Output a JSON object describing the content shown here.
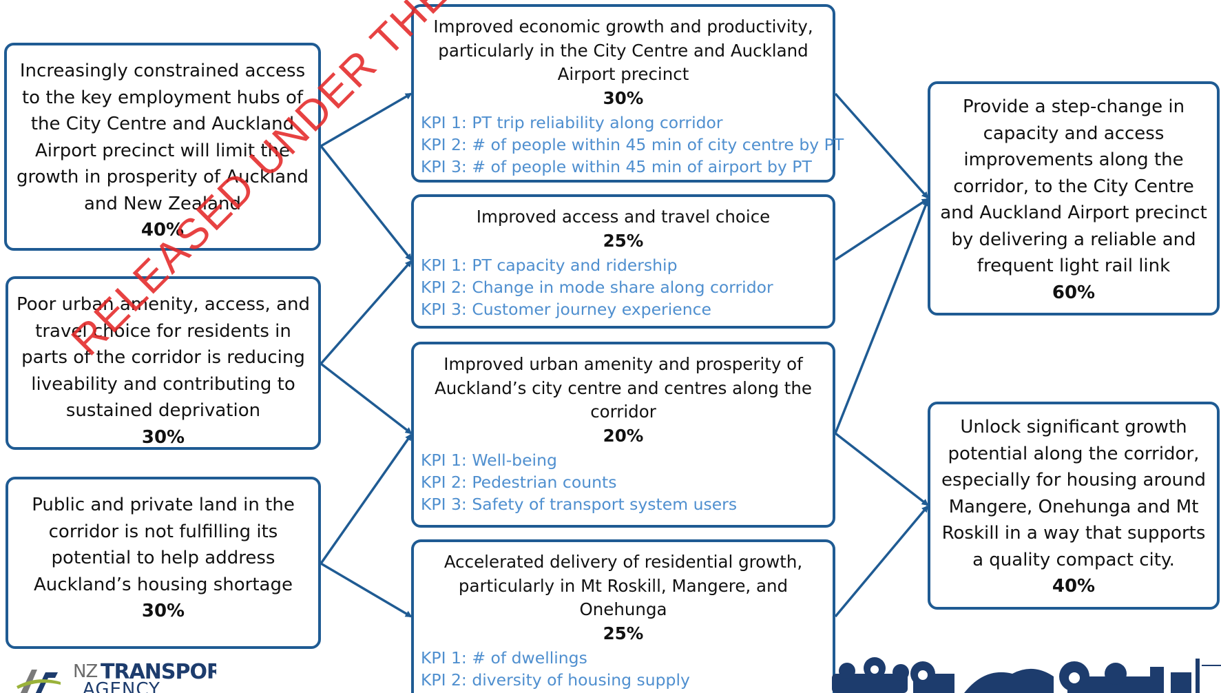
{
  "problems": [
    {
      "text": "Increasingly constrained access to the key employment hubs of the City Centre and Auckland Airport precinct will limit the growth in prosperity of Auckland and New Zealand",
      "pct": "40%"
    },
    {
      "text": "Poor urban amenity, access, and travel choice for residents in parts of the corridor is reducing liveability and contributing to sustained deprivation",
      "pct": "30%"
    },
    {
      "text": "Public and private land in the corridor is not fulfilling its potential to help address Auckland’s housing shortage",
      "pct": "30%"
    }
  ],
  "benefits": [
    {
      "text": "Improved economic growth and productivity, particularly in the City Centre and Auckland Airport precinct",
      "pct": "30%",
      "kpis": [
        "KPI 1: PT trip reliability along corridor",
        "KPI 2: # of people within 45 min of city centre by PT",
        "KPI 3: # of people within 45 min of airport by PT"
      ]
    },
    {
      "text": "Improved access and travel choice",
      "pct": "25%",
      "kpis": [
        "KPI 1: PT capacity and ridership",
        "KPI 2: Change in mode share along corridor",
        "KPI 3: Customer journey experience"
      ]
    },
    {
      "text": "Improved urban amenity and prosperity of Auckland’s city centre and centres along the corridor",
      "pct": "20%",
      "kpis": [
        "KPI 1: Well-being",
        "KPI 2: Pedestrian counts",
        "KPI 3: Safety of transport system users"
      ]
    },
    {
      "text": "Accelerated delivery of residential growth, particularly in Mt Roskill, Mangere, and Onehunga",
      "pct": "25%",
      "kpis": [
        "KPI 1: # of dwellings",
        "KPI 2: diversity of housing supply"
      ]
    }
  ],
  "objectives": [
    {
      "text": "Provide a step-change in capacity and access improvements along the corridor, to the City Centre and Auckland Airport precinct by delivering a reliable and frequent light rail link",
      "pct": "60%"
    },
    {
      "text": "Unlock significant growth potential along the corridor, especially for housing around Mangere, Onehunga and Mt Roskill in a way that supports a quality compact city.",
      "pct": "40%"
    }
  ],
  "watermark": "RELEASED UNDER THE OFFICIAL INFORMATION ACT",
  "logo": {
    "nz": "NZ",
    "transport": "TRANSPORT",
    "agency": "AGENCY"
  },
  "colors": {
    "box_border": "#1f5b93",
    "connector": "#1f5b93",
    "kpi_text": "#4f8fcf",
    "watermark": "#e42828"
  }
}
